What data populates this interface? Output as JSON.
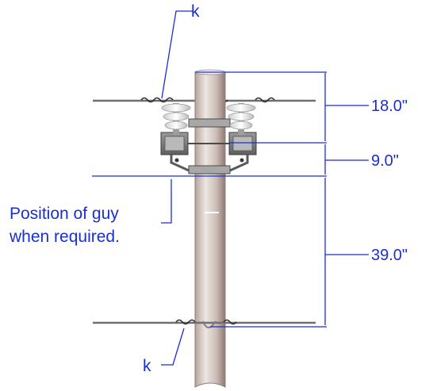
{
  "colors": {
    "annotation": "#1a2fd1",
    "pole_light": "#ece4e0",
    "pole_mid": "#c9b8b2",
    "pole_dark": "#8f7a74",
    "wire": "#6f6f6f",
    "hardware": "#7c7c7c",
    "insulator": "#e4e4e4"
  },
  "labels": {
    "top_callout": "k",
    "bottom_callout": "k",
    "guy_line1": "Position of guy",
    "guy_line2": "when required."
  },
  "dimensions": [
    {
      "label": "18.0\"",
      "value_in": 18.0
    },
    {
      "label": "9.0\"",
      "value_in": 9.0
    },
    {
      "label": "39.0\"",
      "value_in": 39.0
    }
  ]
}
